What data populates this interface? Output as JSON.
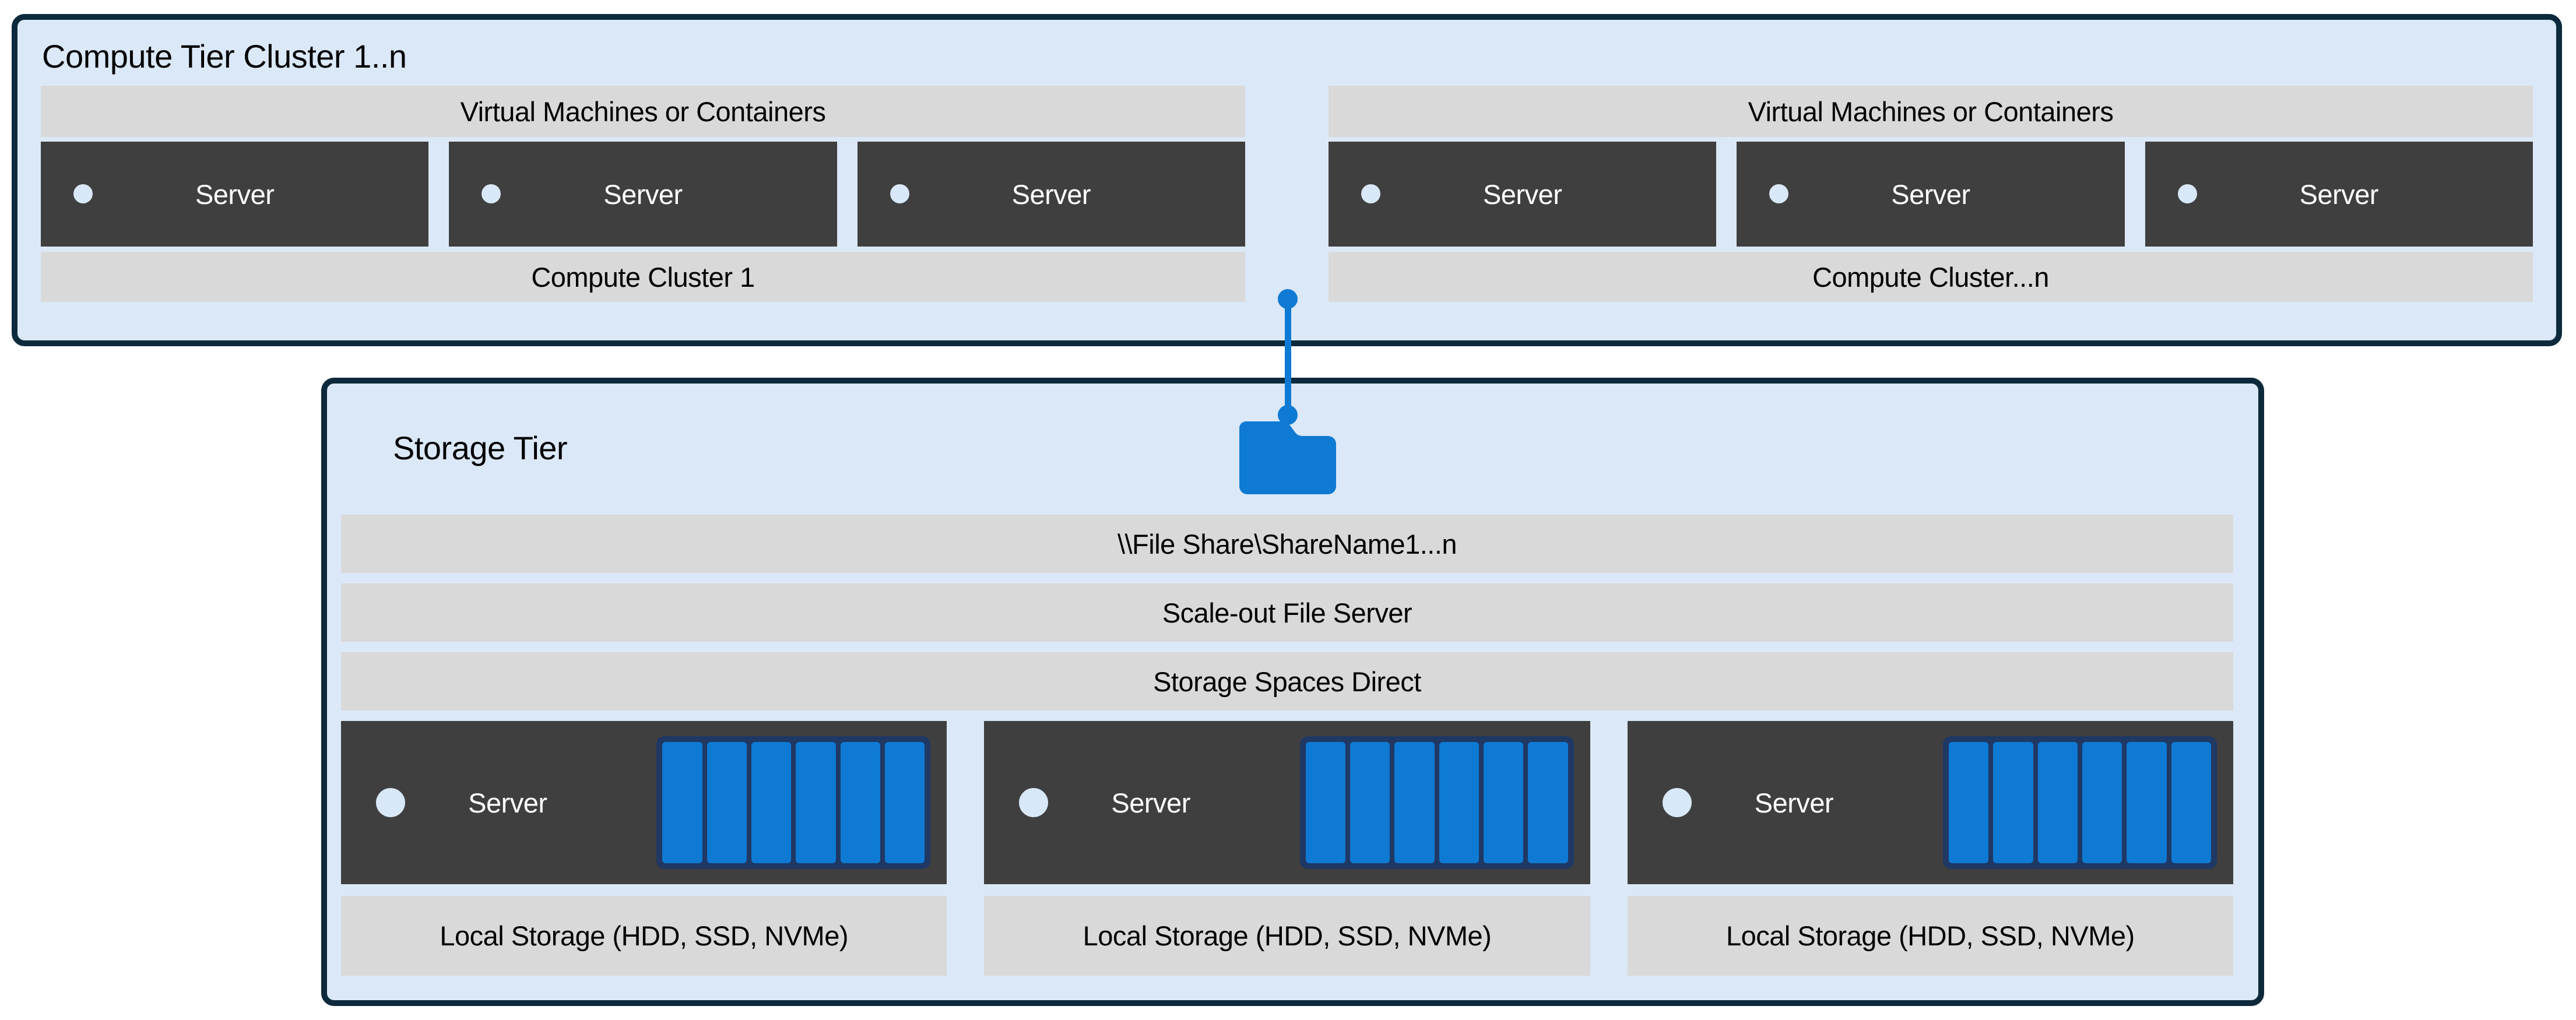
{
  "palette": {
    "tier_background": "#DBE8F7",
    "tier_border": "#0D2A3C",
    "bar_gray": "#D9D9D9",
    "server_dark": "#3F3F3F",
    "accent_blue": "#0E7AD3",
    "disk_border_navy": "#1F3864",
    "indicator_light_blue": "#D8E8F8"
  },
  "compute_tier": {
    "title": "Compute Tier Cluster 1..n",
    "clusters": [
      {
        "header": "Virtual Machines or Containers",
        "servers": [
          {
            "label": "Server"
          },
          {
            "label": "Server"
          },
          {
            "label": "Server"
          }
        ],
        "footer": "Compute Cluster 1"
      },
      {
        "header": "Virtual Machines or Containers",
        "servers": [
          {
            "label": "Server"
          },
          {
            "label": "Server"
          },
          {
            "label": "Server"
          }
        ],
        "footer": "Compute Cluster...n"
      }
    ]
  },
  "connector": {
    "icon": "folder-icon"
  },
  "storage_tier": {
    "title": "Storage Tier",
    "layers": [
      "\\\\File Share\\ShareName1...n",
      "Scale-out File Server",
      "Storage Spaces Direct"
    ],
    "nodes": [
      {
        "label": "Server",
        "disk_count": 6,
        "storage_label": "Local Storage (HDD, SSD, NVMe)"
      },
      {
        "label": "Server",
        "disk_count": 6,
        "storage_label": "Local Storage (HDD, SSD, NVMe)"
      },
      {
        "label": "Server",
        "disk_count": 6,
        "storage_label": "Local Storage (HDD, SSD, NVMe)"
      }
    ]
  }
}
